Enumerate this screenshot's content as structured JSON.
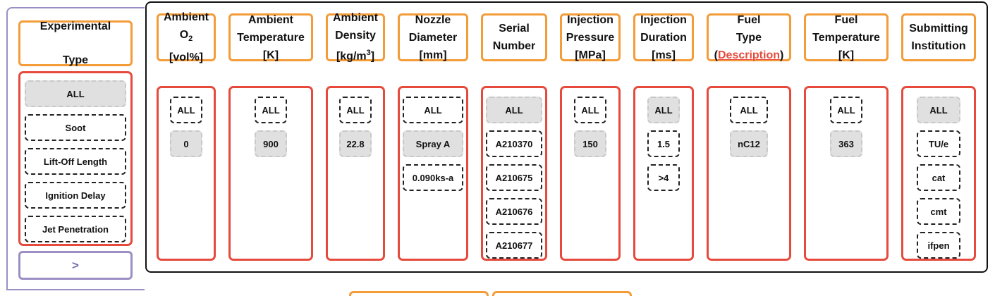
{
  "experimental_type": {
    "header_line1": "Experimental",
    "header_line2": "Type",
    "items": [
      "ALL",
      "Soot",
      "Lift-Off Length",
      "Ignition Delay",
      "Jet Penetration"
    ],
    "selected": "ALL",
    "next_label": ">"
  },
  "columns": {
    "ambient_o2": {
      "l1": "Ambient",
      "l2a": "O",
      "l2sub": "2",
      "l3": "[vol%]",
      "values": [
        "ALL",
        "0"
      ],
      "selected": "0"
    },
    "ambient_temperature": {
      "l1": "Ambient",
      "l2": "Temperature",
      "l3": "[K]",
      "values": [
        "ALL",
        "900"
      ],
      "selected": "900"
    },
    "ambient_density": {
      "l1": "Ambient",
      "l2": "Density",
      "l3a": "[kg/m",
      "l3sup": "3",
      "l3b": "]",
      "values": [
        "ALL",
        "22.8"
      ],
      "selected": "22.8"
    },
    "nozzle_diameter": {
      "l1": "Nozzle",
      "l2": "Diameter",
      "l3": "[mm]",
      "values": [
        "ALL",
        "Spray A",
        "0.090ks-a"
      ],
      "selected": "Spray A"
    },
    "serial_number": {
      "l1": "Serial",
      "l2": "Number",
      "values": [
        "ALL",
        "A210370",
        "A210675",
        "A210676",
        "A210677"
      ],
      "selected": "ALL"
    },
    "injection_pressure": {
      "l1": "Injection",
      "l2": "Pressure",
      "l3": "[MPa]",
      "values": [
        "ALL",
        "150"
      ],
      "selected": "150"
    },
    "injection_duration": {
      "l1": "Injection",
      "l2": "Duration",
      "l3": "[ms]",
      "values": [
        "ALL",
        "1.5",
        ">4"
      ],
      "selected": "ALL"
    },
    "fuel_type": {
      "l1": "Fuel",
      "l2": "Type",
      "l3a": "(",
      "l3link": "Description",
      "l3b": ")",
      "values": [
        "ALL",
        "nC12"
      ],
      "selected": "nC12"
    },
    "fuel_temperature": {
      "l1": "Fuel",
      "l2": "Temperature",
      "l3": "[K]",
      "values": [
        "ALL",
        "363"
      ],
      "selected": "363"
    },
    "submitting_institution": {
      "l1": "Submitting",
      "l2": "Institution",
      "values": [
        "ALL",
        "TU/e",
        "cat",
        "cmt",
        "ifpen"
      ],
      "selected": "ALL"
    }
  },
  "colors": {
    "header_border": "#f39c38",
    "list_border": "#e64a3c",
    "nav_border": "#9b8ec4",
    "selected_bg": "#e0e0e0",
    "link": "#e64a3c"
  }
}
